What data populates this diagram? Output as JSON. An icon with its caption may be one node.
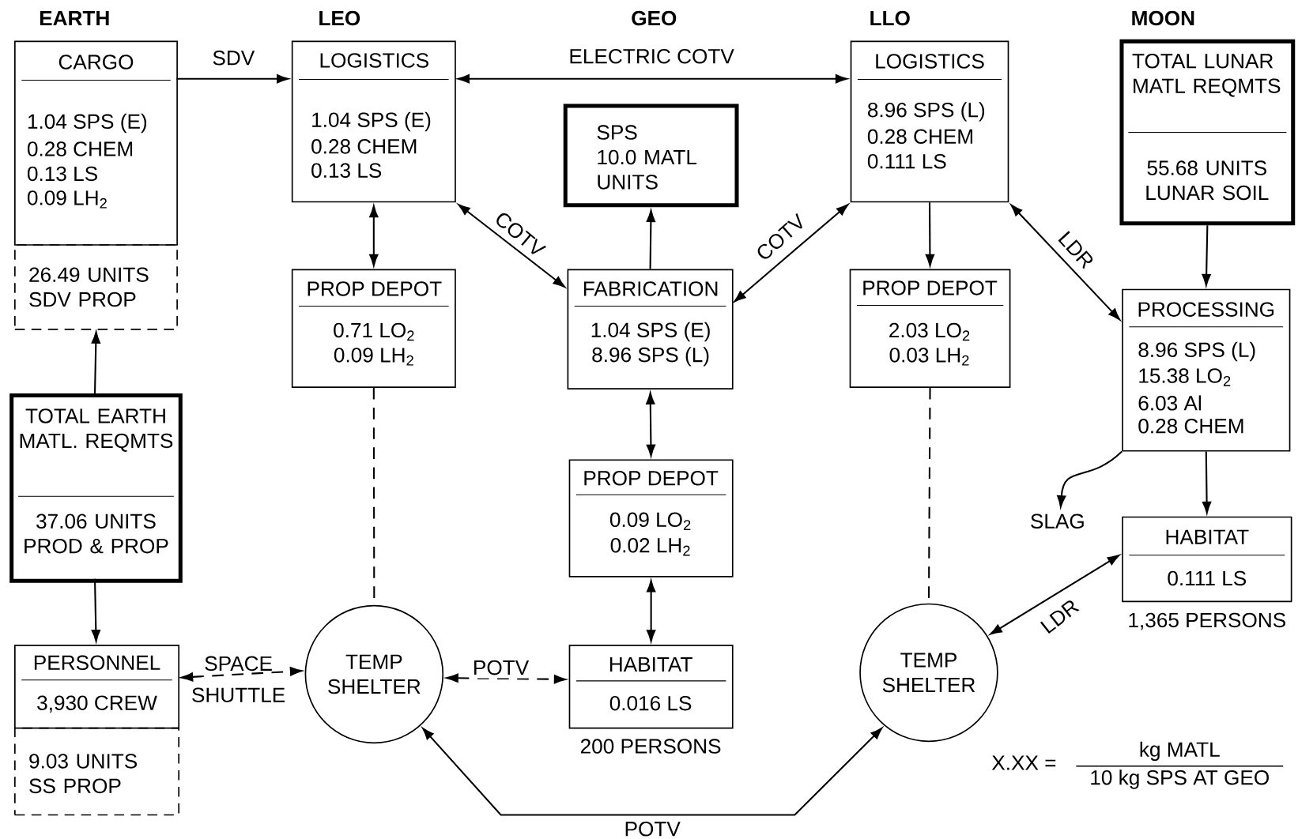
{
  "diagram": {
    "nodes": [
      {
        "text": [
          "CARGO",
          "1.04 SPS (E)",
          "0.28 CHEM",
          "0.13 LS",
          "0.09 LH$_{2}$"
        ]
      },
      {
        "text": [
          "26.49 UNITS SDV PROP"
        ]
      },
      {
        "text": [
          "TOTAL EARTH MATL. REQMTS",
          "37.06 UNITS PROD & PROP"
        ]
      },
      {
        "text": [
          "PERSONNEL",
          "3,930 CREW"
        ]
      },
      {
        "text": [
          "9.03 UNITS SS PROP"
        ]
      },
      {
        "text": [
          "LOGISTICS",
          "1.04 SPS (E)",
          "0.28 CHEM",
          "0.13 LS"
        ]
      },
      {
        "text": [
          "PROP DEPOT",
          "0.71 LO$_{2}$",
          "0.09 LH$_{2}$"
        ]
      },
      {
        "text": [
          "TEMP SHELTER"
        ]
      },
      {
        "text": [
          "SPS",
          "10.0 MATL UNITS"
        ]
      },
      {
        "text": [
          "FABRICATION",
          "1.04 SPS (E)",
          "8.96 SPS (L)"
        ]
      },
      {
        "text": [
          "PROP DEPOT",
          "0.09 LO$_{2}$",
          "0.02 LH$_{2}$"
        ]
      },
      {
        "text": [
          "HABITAT",
          "0.016 LS"
        ],
        "beside": [
          "200 PERSONS"
        ]
      },
      {
        "text": [
          "LOGISTICS",
          "8.96 SPS (L)",
          "0.28 CHEM",
          "0.111 LS"
        ]
      },
      {
        "text": [
          "PROP DEPOT",
          "2.03 LO$_{2}$",
          "0.03 LH$_{2}$"
        ]
      },
      {
        "text": [
          "TEMP SHELTER"
        ]
      },
      {
        "text": [
          "TOTAL LUNAR MATL REQMTS",
          "55.68 UNITS LUNAR SOIL"
        ]
      },
      {
        "text": [
          "PROCESSING",
          "8.96 SPS (L)",
          "15.38 LO$_{2}$",
          "6.03 Al",
          "0.28 CHEM"
        ]
      },
      {
        "text": [
          "SLAG"
        ]
      },
      {
        "text": [
          "HABITAT",
          "0.111 LS"
        ],
        "beside": [
          "1,365 PERSONS"
        ]
      }
    ],
    "edges": [
      {
        "from": 0,
        "to": 5,
        "arrow": "to",
        "label": "SDV"
      },
      {
        "from": 5,
        "to": 12,
        "arrow": "both",
        "label": "ELECTRIC COTV"
      },
      {
        "from": 5,
        "to": 6,
        "arrow": "both"
      },
      {
        "from": 5,
        "to": 9,
        "arrow": "both",
        "label": "COTV"
      },
      {
        "from": 9,
        "to": 8,
        "arrow": "to"
      },
      {
        "from": 12,
        "to": 9,
        "arrow": "both",
        "label": "COTV"
      },
      {
        "from": 12,
        "to": 13,
        "arrow": "to"
      },
      {
        "from": 12,
        "to": 16,
        "arrow": "both",
        "label": "LDR"
      },
      {
        "from": 15,
        "to": 16,
        "arrow": "to"
      },
      {
        "from": 16,
        "to": 17,
        "arrow": "to"
      },
      {
        "from": 16,
        "to": 18,
        "arrow": "to"
      },
      {
        "from": 2,
        "to": 1,
        "arrow": "to"
      },
      {
        "from": 2,
        "to": 3,
        "arrow": "to"
      },
      {
        "from": 3,
        "to": 7,
        "arrow": "both",
        "label": "SPACE SHUTTLE",
        "style": "dashed"
      },
      {
        "from": 7,
        "to": 11,
        "arrow": "both",
        "label": "POTV",
        "style": "dashed"
      },
      {
        "from": 9,
        "to": 10,
        "arrow": "both"
      },
      {
        "from": 10,
        "to": 11,
        "arrow": "both"
      },
      {
        "from": 6,
        "to": 7,
        "arrow": "none",
        "style": "dashed"
      },
      {
        "from": 13,
        "to": 14,
        "arrow": "none",
        "style": "dashed"
      },
      {
        "from": 7,
        "to": 14,
        "arrow": "both",
        "label": "POTV"
      },
      {
        "from": 18,
        "to": 14,
        "arrow": "both",
        "label": "LDR"
      }
    ],
    "labels": [
      "EARTH",
      "LEO",
      "GEO",
      "LLO",
      "MOON",
      "X.XX =",
      "kg MATL",
      "10 kg SPS AT GEO"
    ]
  }
}
